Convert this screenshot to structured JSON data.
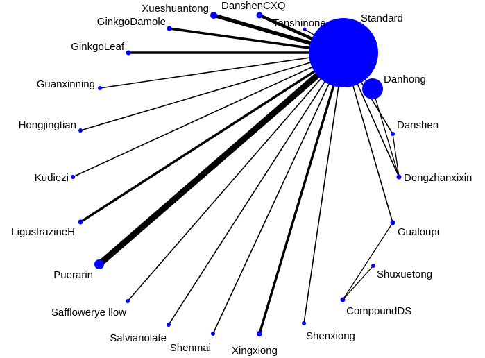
{
  "colors": {
    "node": "#0000ff",
    "edge": "#000000",
    "label": "#000000",
    "background": "#ffffff"
  },
  "nodes": [
    {
      "id": "Standard",
      "label": "Standard"
    },
    {
      "id": "Danhong",
      "label": "Danhong"
    },
    {
      "id": "Danshen",
      "label": "Danshen"
    },
    {
      "id": "Dengzhanxixin",
      "label": "Dengzhanxixin"
    },
    {
      "id": "Gualoupi",
      "label": "Gualoupi"
    },
    {
      "id": "Shuxuetong",
      "label": "Shuxuetong"
    },
    {
      "id": "CompoundDS",
      "label": "CompoundDS"
    },
    {
      "id": "Shenxiong",
      "label": "Shenxiong"
    },
    {
      "id": "Xingxiong",
      "label": "Xingxiong"
    },
    {
      "id": "Shenmai",
      "label": "Shenmai"
    },
    {
      "id": "Salvianolate",
      "label": "Salvianolate"
    },
    {
      "id": "SafflowerYellow",
      "label": "Safflowerye llow"
    },
    {
      "id": "Puerarin",
      "label": "Puerarin"
    },
    {
      "id": "LigustrazineH",
      "label": "LigustrazineH"
    },
    {
      "id": "Kudiezi",
      "label": "Kudiezi"
    },
    {
      "id": "Hongjingtian",
      "label": "Hongjingtian"
    },
    {
      "id": "Guanxinning",
      "label": "Guanxinning"
    },
    {
      "id": "GinkgoLeaf",
      "label": "GinkgoLeaf"
    },
    {
      "id": "GinkgoDamole",
      "label": "GinkgoDamole"
    },
    {
      "id": "Xueshuantong",
      "label": "Xueshuantong"
    },
    {
      "id": "DanshenCXQ",
      "label": "DanshenCXQ"
    },
    {
      "id": "Tanshinone",
      "label": "Tanshinone"
    }
  ],
  "edges": [
    {
      "source": "Standard",
      "target": "Danhong"
    },
    {
      "source": "Standard",
      "target": "Danshen"
    },
    {
      "source": "Standard",
      "target": "Dengzhanxixin"
    },
    {
      "source": "Standard",
      "target": "Gualoupi"
    },
    {
      "source": "Standard",
      "target": "Shenxiong"
    },
    {
      "source": "Standard",
      "target": "Xingxiong"
    },
    {
      "source": "Standard",
      "target": "Shenmai"
    },
    {
      "source": "Standard",
      "target": "Salvianolate"
    },
    {
      "source": "Standard",
      "target": "Safflowerye llow"
    },
    {
      "source": "Standard",
      "target": "Puerarin"
    },
    {
      "source": "Standard",
      "target": "LigustrazineH"
    },
    {
      "source": "Standard",
      "target": "Kudiezi"
    },
    {
      "source": "Standard",
      "target": "Hongjingtian"
    },
    {
      "source": "Standard",
      "target": "Guanxinning"
    },
    {
      "source": "Standard",
      "target": "GinkgoLeaf"
    },
    {
      "source": "Standard",
      "target": "GinkgoDamole"
    },
    {
      "source": "Standard",
      "target": "Xueshuantong"
    },
    {
      "source": "Standard",
      "target": "DanshenCXQ"
    },
    {
      "source": "Standard",
      "target": "Tanshinone"
    },
    {
      "source": "Danhong",
      "target": "Dengzhanxixin"
    },
    {
      "source": "Danshen",
      "target": "Dengzhanxixin"
    },
    {
      "source": "Gualoupi",
      "target": "CompoundDS"
    },
    {
      "source": "Shuxuetong",
      "target": "CompoundDS"
    }
  ]
}
